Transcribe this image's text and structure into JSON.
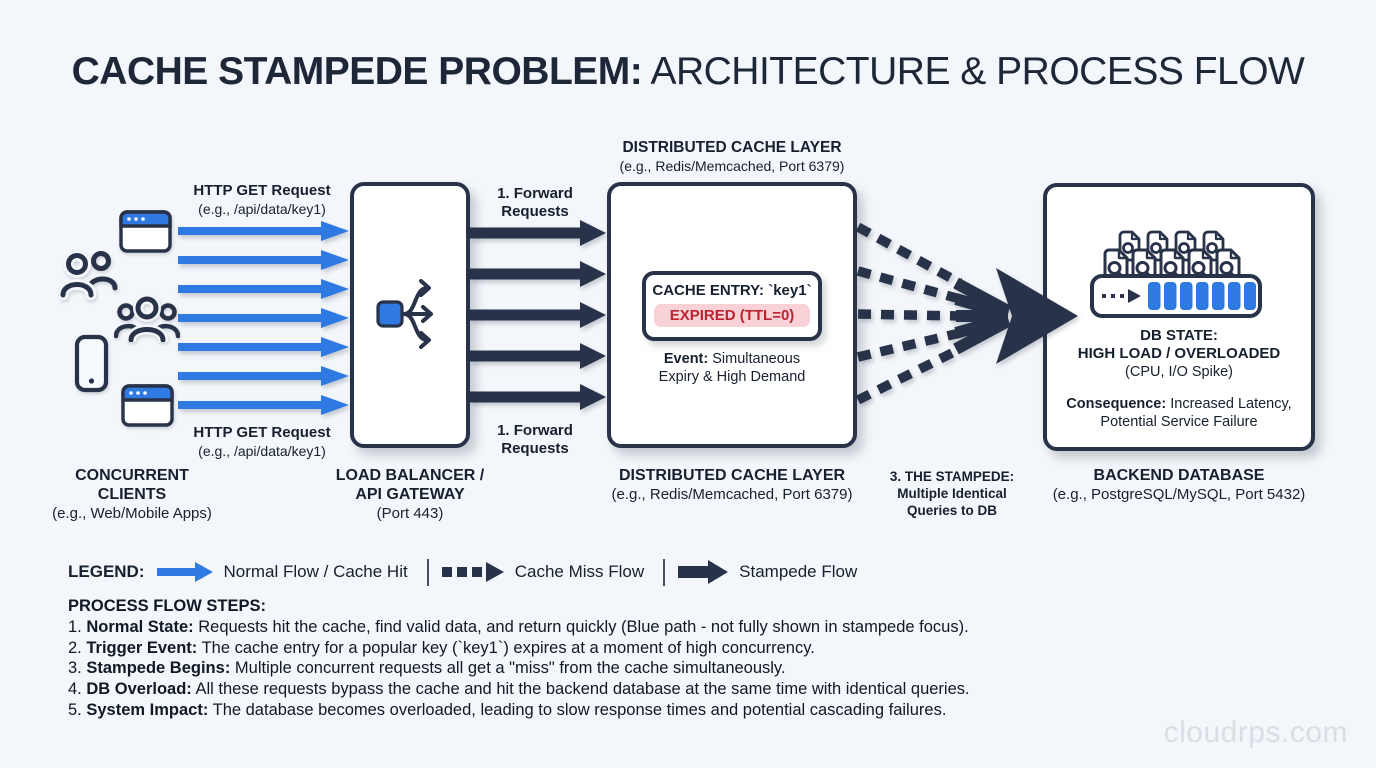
{
  "title": {
    "bold": "CACHE STAMPEDE PROBLEM:",
    "regular": " ARCHITECTURE & PROCESS FLOW"
  },
  "clients": {
    "request_label": {
      "line1": "HTTP GET Request",
      "line2": "(e.g., /api/data/key1)"
    },
    "caption": {
      "line1": "CONCURRENT",
      "line2": "CLIENTS",
      "sub": "(e.g., Web/Mobile Apps)"
    },
    "icons": [
      "browser-window",
      "users-pair",
      "users-group",
      "smartphone",
      "browser-window"
    ]
  },
  "load_balancer": {
    "forward_label": {
      "line1": "1. Forward",
      "line2": "Requests"
    },
    "caption": {
      "line1": "LOAD BALANCER /",
      "line2": "API GATEWAY",
      "sub": "(Port 443)"
    },
    "icon": "distribute-arrows"
  },
  "cache": {
    "heading": "DISTRIBUTED CACHE LAYER",
    "heading_sub": "(e.g., Redis/Memcached, Port 6379)",
    "entry_label": "CACHE ENTRY: `key1`",
    "entry_status": "EXPIRED (TTL=0)",
    "event": {
      "bold": "Event:",
      "rest": " Simultaneous",
      "line2": "Expiry & High Demand"
    }
  },
  "stampede_caption": {
    "line1": "3. THE STAMPEDE:",
    "line2": "Multiple Identical",
    "line3": "Queries to DB"
  },
  "database": {
    "state1": "DB STATE:",
    "state2": "HIGH LOAD / OVERLOADED",
    "state3": "(CPU, I/O Spike)",
    "consequence": {
      "bold": "Consequence:",
      "rest": " Increased Latency,",
      "line2": "Potential Service Failure"
    },
    "caption": {
      "line1": "BACKEND DATABASE",
      "sub": "(e.g., PostgreSQL/MySQL, Port 5432)"
    },
    "icon": "query-queue-overload"
  },
  "legend": {
    "title": "LEGEND:",
    "items": [
      {
        "style": "normal-flow-arrow",
        "label": "Normal Flow / Cache Hit"
      },
      {
        "style": "cache-miss-dashed-arrow",
        "label": "Cache Miss Flow"
      },
      {
        "style": "stampede-solid-arrow",
        "label": "Stampede Flow"
      }
    ]
  },
  "process": {
    "heading": "PROCESS FLOW STEPS:",
    "steps": [
      {
        "num": "1. ",
        "bold": "Normal State:",
        "text": " Requests hit the cache, find valid data, and return quickly (Blue path - not fully shown in stampede focus)."
      },
      {
        "num": "2. ",
        "bold": "Trigger Event:",
        "text": " The cache entry for a popular key (`key1`) expires at a moment of high concurrency."
      },
      {
        "num": "3. ",
        "bold": "Stampede Begins:",
        "text": " Multiple concurrent requests all get a \"miss\" from the cache simultaneously."
      },
      {
        "num": "4. ",
        "bold": "DB Overload:",
        "text": " All these requests bypass the cache and hit the backend database at the same time with identical queries."
      },
      {
        "num": "5. ",
        "bold": "System Impact:",
        "text": " The database becomes overloaded, leading to slow response times and potential cascading failures."
      }
    ]
  },
  "watermark": "cloudrps.com",
  "colors": {
    "accent_blue": "#2f7ae2",
    "navy": "#28334a",
    "expired_text": "#bd2230",
    "expired_bg": "#f8d2d6",
    "background": "#f3f6fa"
  }
}
